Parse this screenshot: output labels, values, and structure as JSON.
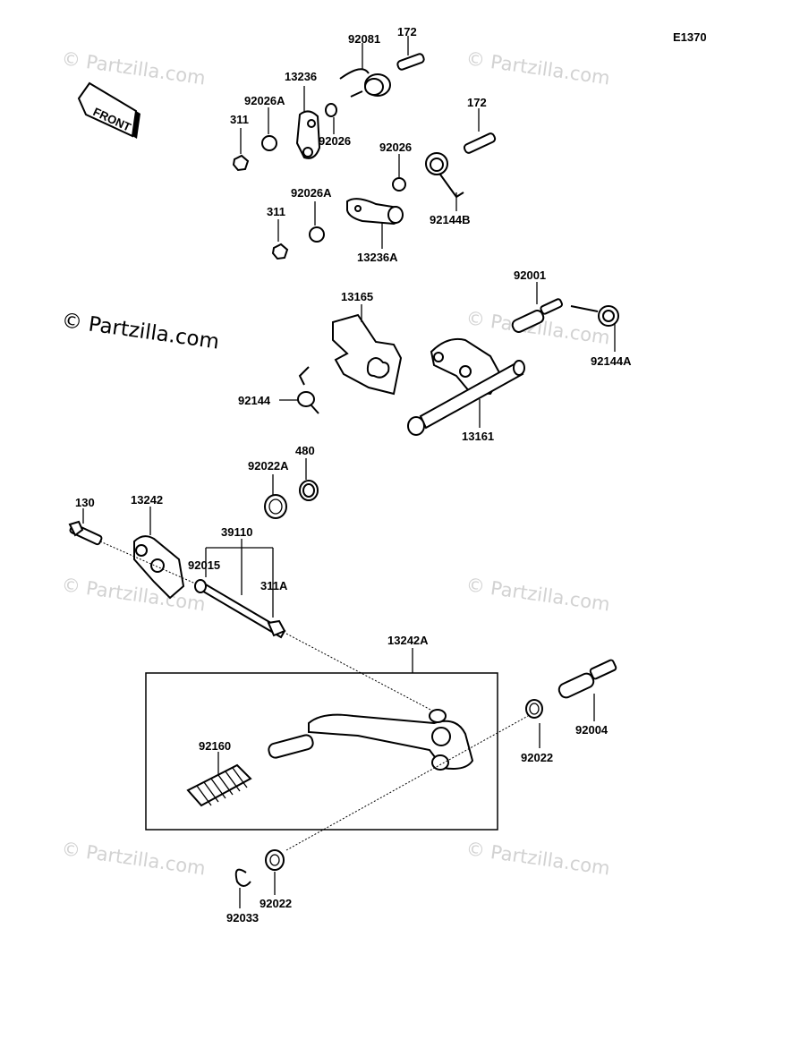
{
  "diagram": {
    "reference_code": "E1370",
    "front_label": "FRONT",
    "watermark_text": "© Partzilla.com",
    "watermark_large_text": "© Partzilla.com",
    "labels": {
      "p92081": "92081",
      "p172a": "172",
      "p13236": "13236",
      "p92026A_a": "92026A",
      "p311a": "311",
      "p92026a": "92026",
      "p172b": "172",
      "p92026b": "92026",
      "p92026A_b": "92026A",
      "p311b": "311",
      "p13236A": "13236A",
      "p92144B": "92144B",
      "p13165": "13165",
      "p92001": "92001",
      "p92144A": "92144A",
      "p92144": "92144",
      "p13161": "13161",
      "p480": "480",
      "p92022A": "92022A",
      "p130": "130",
      "p13242": "13242",
      "p39110": "39110",
      "p92015": "92015",
      "p311A": "311A",
      "p13242A": "13242A",
      "p92160": "92160",
      "p92022a": "92022",
      "p92004": "92004",
      "p92022b": "92022",
      "p92033": "92033"
    }
  }
}
